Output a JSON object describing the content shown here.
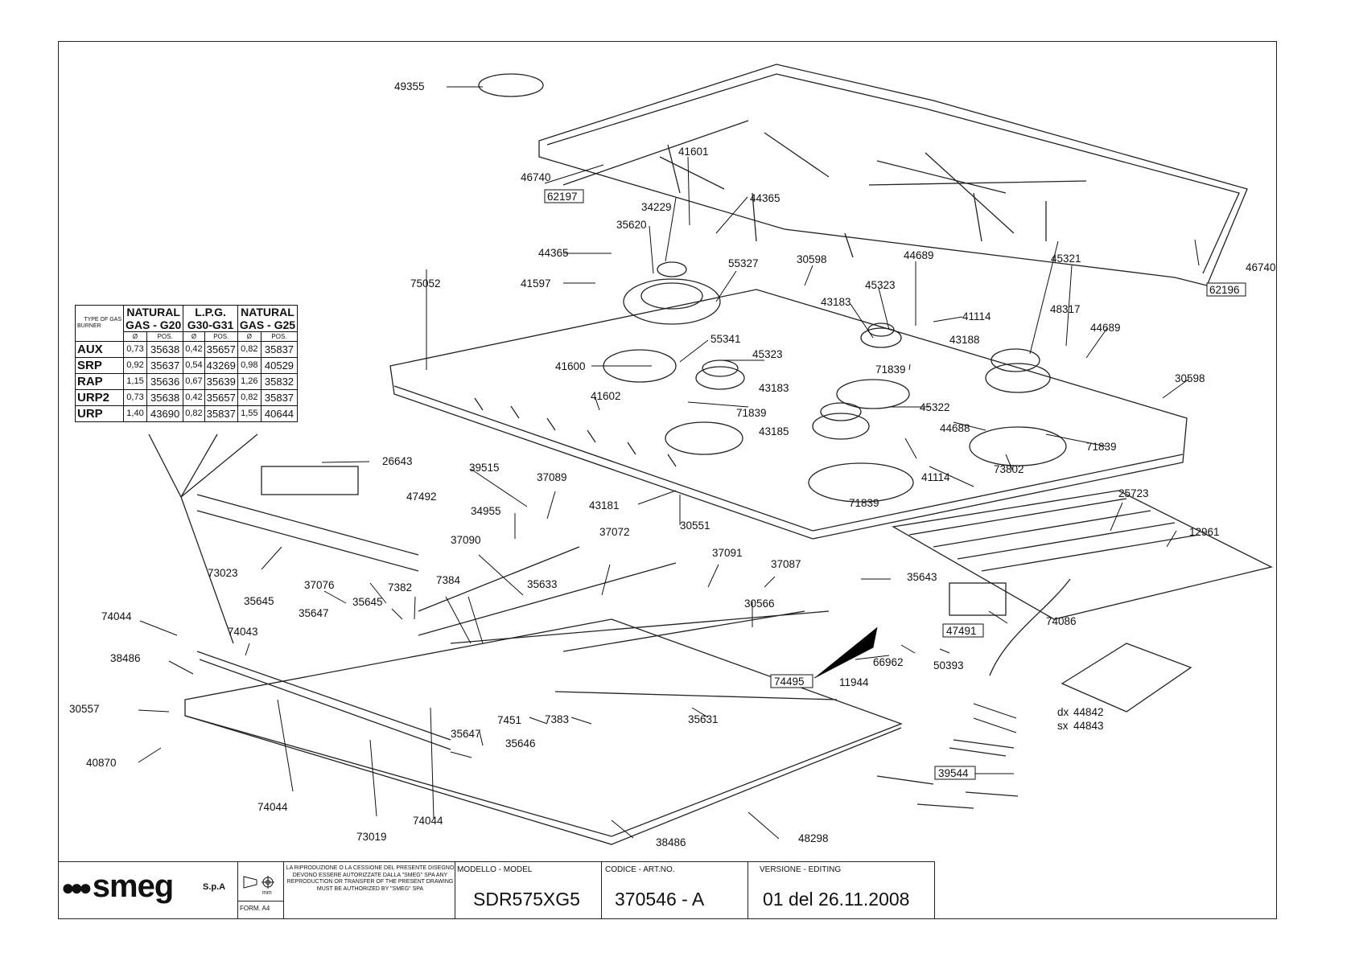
{
  "drawing": {
    "model_caption": "MODELLO - MODEL",
    "model": "SDR575XG5",
    "code_caption": "CODICE - ART.NO.",
    "code": "370546 - A",
    "version_caption": "VERSIONE - EDITING",
    "version": "01 del 26.11.2008",
    "brand": "smeg",
    "company_suffix": "S.p.A",
    "form": "FORM. A4",
    "notice": "LA RIPRODUZIONE O LA CESSIONE DEL PRESENTE DISEGNO DEVONO ESSERE AUTORIZZATE DALLA \"SMEG\" SPA ANY REPRODUCTION OR TRANSFER OF THE PRESENT DRAWING MUST BE AUTHORIZED BY \"SMEG\" SPA",
    "mm_label": "mm"
  },
  "gas_table": {
    "corner_top": "TYPE OF GAS",
    "corner_bottom": "BURNER",
    "headers": [
      {
        "line1": "NATURAL",
        "line2": "GAS - G20"
      },
      {
        "line1": "L.P.G.",
        "line2": "G30-G31"
      },
      {
        "line1": "NATURAL",
        "line2": "GAS - G25"
      }
    ],
    "sub_d": "Ø",
    "sub_pos": "POS.",
    "rows": [
      {
        "burner": "AUX",
        "cells": [
          "0,73",
          "35638",
          "0,42",
          "35657",
          "0,82",
          "35837"
        ]
      },
      {
        "burner": "SRP",
        "cells": [
          "0,92",
          "35637",
          "0,54",
          "43269",
          "0,98",
          "40529"
        ]
      },
      {
        "burner": "RAP",
        "cells": [
          "1,15",
          "35636",
          "0,67",
          "35639",
          "1,26",
          "35832"
        ]
      },
      {
        "burner": "URP2",
        "cells": [
          "0,73",
          "35638",
          "0,42",
          "35657",
          "0,82",
          "35837"
        ]
      },
      {
        "burner": "URP",
        "cells": [
          "1,40",
          "43690",
          "0,82",
          "35837",
          "1,55",
          "40644"
        ]
      }
    ]
  },
  "part_labels": [
    "49355",
    "46740",
    "62197",
    "41601",
    "44365",
    "34229",
    "35620",
    "44365",
    "41597",
    "55327",
    "30598",
    "62196",
    "46740",
    "44689",
    "45321",
    "45323",
    "43183",
    "41114",
    "48317",
    "44689",
    "43188",
    "75052",
    "55341",
    "41600",
    "45323",
    "43183",
    "71839",
    "30598",
    "41602",
    "71839",
    "45322",
    "43185",
    "44688",
    "71839",
    "73802",
    "41114",
    "71839",
    "26643",
    "47492",
    "39515",
    "37089",
    "43181",
    "30551",
    "25723",
    "12961",
    "34955",
    "37090",
    "37072",
    "37091",
    "37087",
    "35643",
    "73023",
    "35633",
    "37076",
    "7382",
    "7384",
    "35645",
    "35647",
    "35645",
    "30566",
    "47491",
    "74086",
    "74044",
    "74043",
    "38486",
    "74495",
    "11944",
    "66962",
    "50393",
    "30557",
    "7451",
    "7383",
    "35631",
    "44842",
    "44843",
    "35647",
    "35646",
    "40870",
    "39544",
    "74044",
    "74044",
    "73019",
    "38486",
    "48298",
    "dx",
    "sx"
  ]
}
